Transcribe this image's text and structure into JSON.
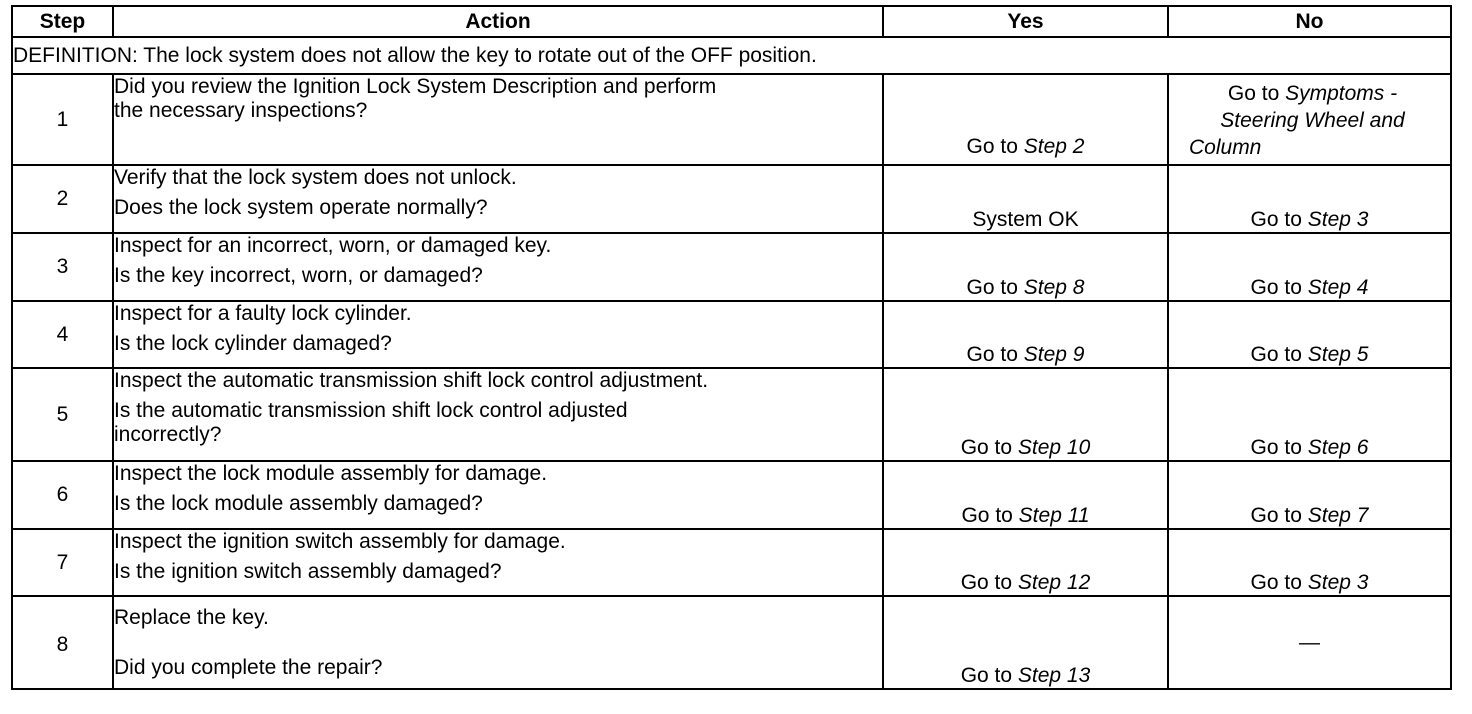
{
  "header": {
    "step": "Step",
    "action": "Action",
    "yes": "Yes",
    "no": "No"
  },
  "definition": "DEFINITION: The lock system does not allow the key to rotate out of the OFF position.",
  "rows": [
    {
      "step": "1",
      "action": [
        "Did you review the Ignition Lock System Description and perform",
        "the necessary inspections?"
      ],
      "yes": {
        "prefix": "Go to ",
        "target": "Step 2"
      },
      "no": {
        "prefix": "Go to ",
        "target_line1": "Symptoms -",
        "target_line2": "Steering Wheel and",
        "target_line3": "Column"
      }
    },
    {
      "step": "2",
      "action": [
        "Verify that the lock system does not unlock.",
        "Does the lock system operate normally?"
      ],
      "yes": {
        "prefix": "System OK",
        "target": ""
      },
      "no": {
        "prefix": "Go to ",
        "target": "Step 3"
      }
    },
    {
      "step": "3",
      "action": [
        "Inspect for an incorrect, worn, or damaged key.",
        "Is the key incorrect, worn, or damaged?"
      ],
      "yes": {
        "prefix": "Go to ",
        "target": "Step 8"
      },
      "no": {
        "prefix": "Go to ",
        "target": "Step 4"
      }
    },
    {
      "step": "4",
      "action": [
        "Inspect for a faulty lock cylinder.",
        "Is the lock cylinder damaged?"
      ],
      "yes": {
        "prefix": "Go to ",
        "target": "Step 9"
      },
      "no": {
        "prefix": "Go to ",
        "target": "Step 5"
      }
    },
    {
      "step": "5",
      "action": [
        "Inspect the automatic transmission shift lock control adjustment.",
        "Is the automatic transmission shift lock control adjusted",
        "incorrectly?"
      ],
      "yes": {
        "prefix": "Go to ",
        "target": "Step 10"
      },
      "no": {
        "prefix": "Go to ",
        "target": "Step 6"
      }
    },
    {
      "step": "6",
      "action": [
        "Inspect the lock module assembly for damage.",
        "Is the lock module assembly damaged?"
      ],
      "yes": {
        "prefix": "Go to ",
        "target": "Step 11"
      },
      "no": {
        "prefix": "Go to ",
        "target": "Step 7"
      }
    },
    {
      "step": "7",
      "action": [
        "Inspect the ignition switch assembly for damage.",
        "Is the ignition switch assembly damaged?"
      ],
      "yes": {
        "prefix": "Go to ",
        "target": "Step 12"
      },
      "no": {
        "prefix": "Go to ",
        "target": "Step 3"
      }
    },
    {
      "step": "8",
      "action": [
        "Replace the key.",
        "Did you complete the repair?"
      ],
      "yes": {
        "prefix": "Go to ",
        "target": "Step 13"
      },
      "no": {
        "prefix": "—",
        "target": ""
      }
    }
  ]
}
